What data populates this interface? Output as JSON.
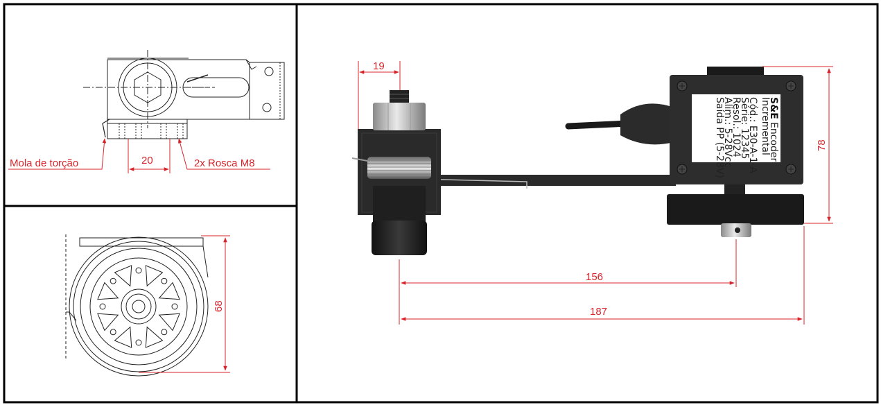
{
  "callouts": {
    "torsion_spring": "Mola de torção",
    "threads": "2x Rosca M8"
  },
  "dimensions": {
    "side_spacing": "20",
    "wheel_height": "68",
    "top_width": "19",
    "encoder_height": "78",
    "reach_short": "156",
    "reach_long": "187"
  },
  "encoder_label": {
    "brand": "S&E",
    "title_line1": "Encoder",
    "title_line2": "Incremental",
    "lines": [
      "Cód.: E30-A-1-A",
      "Série: 12345",
      "Resol.: 1024",
      "Alim.: 5-28Vcc",
      "Saída PP (5-28V)"
    ]
  },
  "colors": {
    "dimension": "#d8232a",
    "frame": "#000000",
    "housing": "#2a2a2a"
  }
}
